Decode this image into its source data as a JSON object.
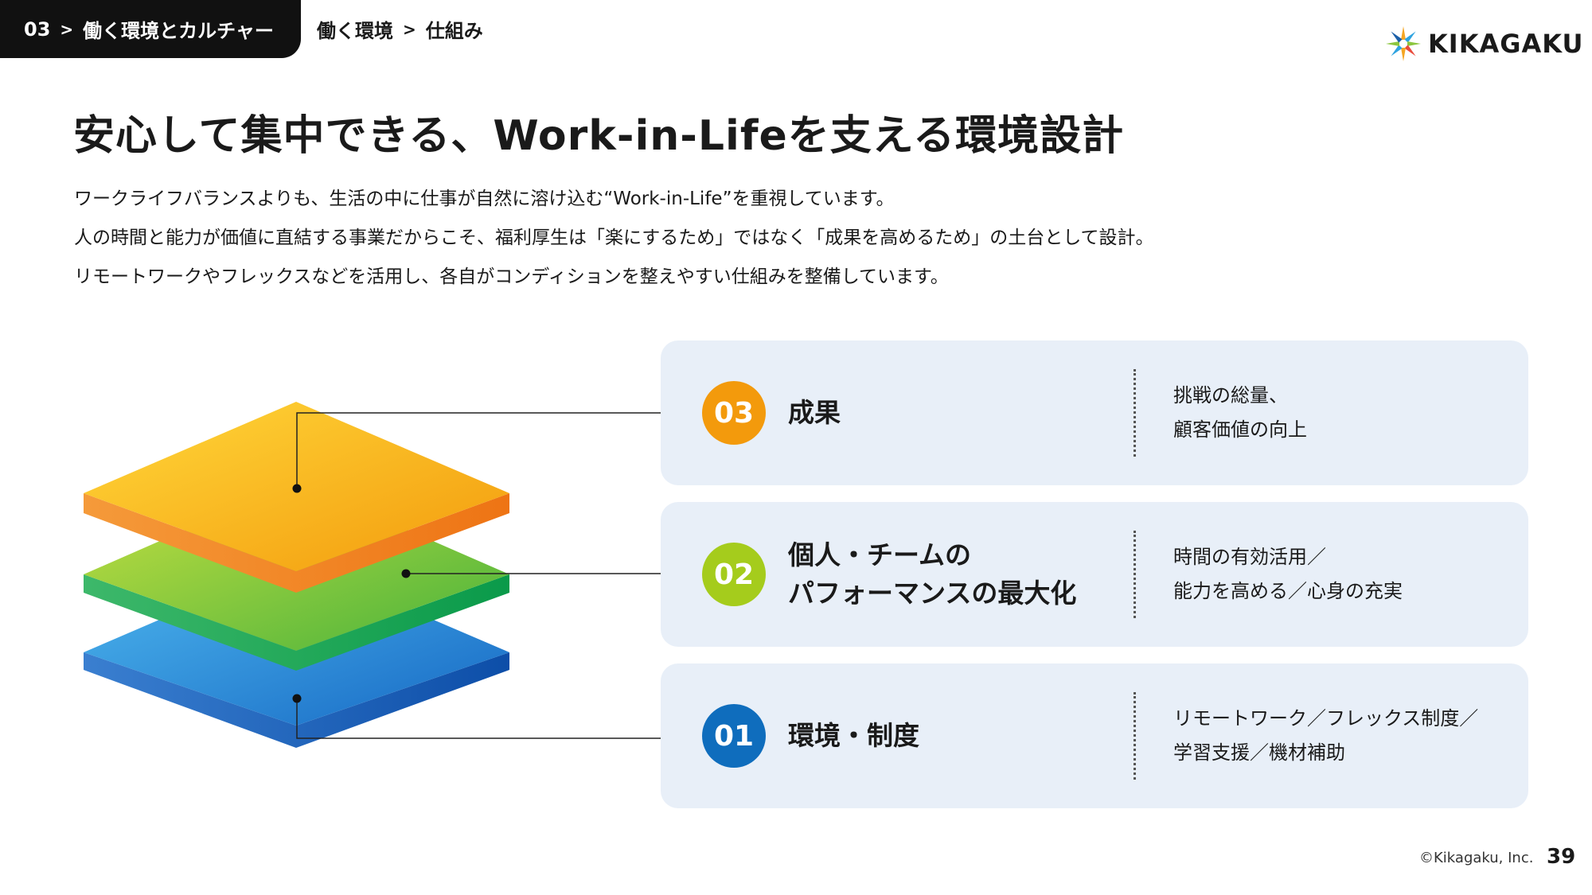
{
  "header": {
    "section_number": "03",
    "section_title": "働く環境とカルチャー",
    "breadcrumb": [
      "働く環境",
      "仕組み"
    ],
    "logo_text": "KIKAGAKU"
  },
  "title": "安心して集中できる、Work-in-Lifeを支える環境設計",
  "intro": [
    "ワークライフバランスよりも、生活の中に仕事が自然に溶け込む“Work-in-Life”を重視しています。",
    "人の時間と能力が価値に直結する事業だからこそ、福利厚生は「楽にするため」ではなく「成果を高めるため」の土台として設計。",
    "リモートワークやフレックスなどを活用し、各自がコンディションを整えやすい仕組みを整備しています。"
  ],
  "layers": [
    {
      "number": "03",
      "label_lines": [
        "成果"
      ],
      "detail_lines": [
        "挑戦の総量、",
        "顧客価値の向上"
      ],
      "color": "#f39a0c"
    },
    {
      "number": "02",
      "label_lines": [
        "個人・チームの",
        "パフォーマンスの最大化"
      ],
      "detail_lines": [
        "時間の有効活用／",
        "能力を高める／心身の充実"
      ],
      "color": "#a5cc1c"
    },
    {
      "number": "01",
      "label_lines": [
        "環境・制度"
      ],
      "detail_lines": [
        "リモートワーク／フレックス制度／",
        "学習支援／機材補助"
      ],
      "color": "#0f6dbd"
    }
  ],
  "footer": {
    "copyright": "©Kikagaku, Inc.",
    "page_number": "39"
  }
}
